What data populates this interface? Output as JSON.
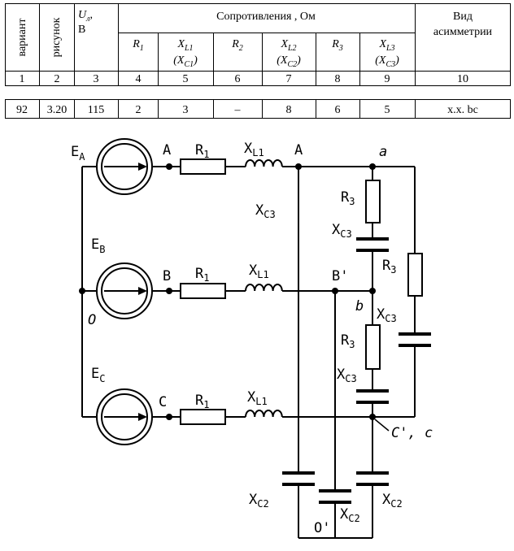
{
  "table": {
    "h_variant": "вариант",
    "h_figure": "рисунок",
    "h_voltage_sym": "U",
    "h_voltage_sub": "л",
    "h_voltage_unit": "В",
    "h_resistances": "Сопротивления , Ом",
    "h_asym_line1": "Вид",
    "h_asym_line2": "асимметрии",
    "sub_headers": [
      {
        "main": "R",
        "sub": "1",
        "alt": ""
      },
      {
        "main": "X",
        "sub": "L1",
        "alt": "(X",
        "alt_sub": "C1",
        "alt_end": ")"
      },
      {
        "main": "R",
        "sub": "2",
        "alt": ""
      },
      {
        "main": "X",
        "sub": "L2",
        "alt": "(X",
        "alt_sub": "C2",
        "alt_end": ")"
      },
      {
        "main": "R",
        "sub": "3",
        "alt": ""
      },
      {
        "main": "X",
        "sub": "L3",
        "alt": "(X",
        "alt_sub": "C3",
        "alt_end": ")"
      }
    ],
    "numbers": [
      "1",
      "2",
      "3",
      "4",
      "5",
      "6",
      "7",
      "8",
      "9",
      "10"
    ],
    "data_row": [
      "92",
      "3.20",
      "115",
      "2",
      "3",
      "–",
      "8",
      "6",
      "5",
      "х.х. bc"
    ]
  },
  "circuit": {
    "labels": {
      "EA": "E",
      "EA_sub": "A",
      "EB": "E",
      "EB_sub": "B",
      "EC": "E",
      "EC_sub": "C",
      "O": "O",
      "A": "A",
      "B": "B",
      "C": "C",
      "A_right": "A",
      "B_prime": "B'",
      "C_prime": "C', c",
      "a": "a",
      "b": "b",
      "O_prime": "O'",
      "R1": "R",
      "R1_sub": "1",
      "XL1": "X",
      "XL1_sub": "L1",
      "R3": "R",
      "R3_sub": "3",
      "XC3": "X",
      "XC3_sub": "C3",
      "XC2": "X",
      "XC2_sub": "C2"
    }
  }
}
